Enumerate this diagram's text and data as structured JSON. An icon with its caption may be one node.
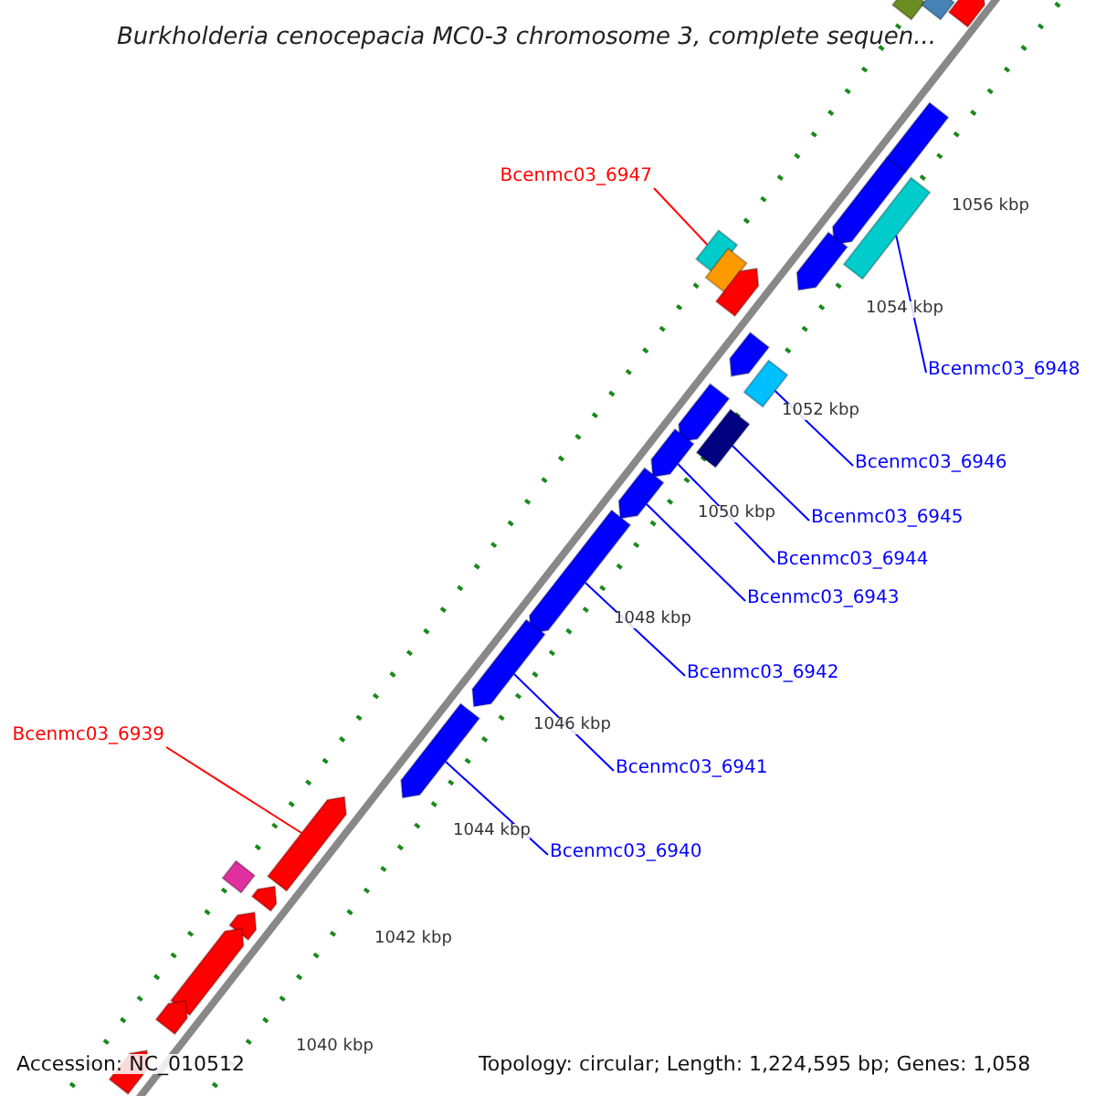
{
  "diagram": {
    "title": "Burkholderia cenocepacia MC0-3 chromosome 3, complete sequen...",
    "nodes": [
      {
        "text": [
          "Bcenmc03_6947"
        ]
      },
      {
        "text": [
          "Bcenmc03_6948"
        ]
      },
      {
        "text": [
          "Bcenmc03_6946"
        ]
      },
      {
        "text": [
          "Bcenmc03_6945"
        ]
      },
      {
        "text": [
          "Bcenmc03_6944"
        ]
      },
      {
        "text": [
          "Bcenmc03_6943"
        ]
      },
      {
        "text": [
          "Bcenmc03_6942"
        ]
      },
      {
        "text": [
          "Bcenmc03_6941"
        ]
      },
      {
        "text": [
          "Bcenmc03_6940"
        ]
      },
      {
        "text": [
          "Bcenmc03_6939"
        ]
      },
      {
        "text": [],
        "shape": "bar"
      },
      {
        "text": [],
        "shape": "bar"
      },
      {
        "text": [],
        "shape": "bar"
      },
      {
        "text": [],
        "shape": "bar"
      },
      {
        "text": [],
        "shape": "bar"
      },
      {
        "text": [],
        "shape": "bar"
      },
      {
        "text": [],
        "shape": "bar"
      },
      {
        "text": [],
        "shape": "bar"
      },
      {
        "text": [],
        "shape": "bar"
      },
      {
        "text": [],
        "shape": "bar"
      },
      {
        "text": [],
        "shape": "bar"
      },
      {
        "text": [],
        "shape": "bar"
      },
      {
        "text": [],
        "shape": "bar"
      },
      {
        "text": [],
        "shape": "bar"
      },
      {
        "text": [],
        "shape": "bar"
      },
      {
        "text": [],
        "shape": "bar"
      },
      {
        "text": [],
        "shape": "bar"
      },
      {
        "text": [],
        "shape": "bar"
      },
      {
        "text": [],
        "shape": "bar"
      },
      {
        "text": [],
        "shape": "bar"
      },
      {
        "text": [],
        "shape": "bar"
      },
      {
        "text": [],
        "shape": "bar"
      },
      {
        "text": [],
        "shape": "bar"
      },
      {
        "text": [],
        "shape": "bar"
      },
      {
        "text": [],
        "shape": "bar"
      },
      {
        "text": [],
        "shape": "bar"
      }
    ],
    "edges": [
      {
        "from": 0,
        "to": 16,
        "arrow": "none",
        "color": "#ff0000"
      },
      {
        "from": 1,
        "to": 15,
        "arrow": "none"
      },
      {
        "from": 2,
        "to": 21,
        "arrow": "none"
      },
      {
        "from": 3,
        "to": 23,
        "arrow": "none"
      },
      {
        "from": 4,
        "to": 24,
        "arrow": "none"
      },
      {
        "from": 5,
        "to": 25,
        "arrow": "none"
      },
      {
        "from": 6,
        "to": 26,
        "arrow": "none"
      },
      {
        "from": 7,
        "to": 27,
        "arrow": "none"
      },
      {
        "from": 8,
        "to": 28,
        "arrow": "none"
      },
      {
        "from": 9,
        "to": 29,
        "arrow": "none",
        "color": "#ff0000"
      }
    ],
    "labels": [
      "1056 kbp",
      "1054 kbp",
      "1052 kbp",
      "1050 kbp",
      "1048 kbp",
      "1046 kbp",
      "1044 kbp",
      "1042 kbp",
      "1040 kbp",
      "Accession: NC_010512",
      "Topology: circular; Length: 1,224,595 bp; Genes: 1,058"
    ]
  }
}
